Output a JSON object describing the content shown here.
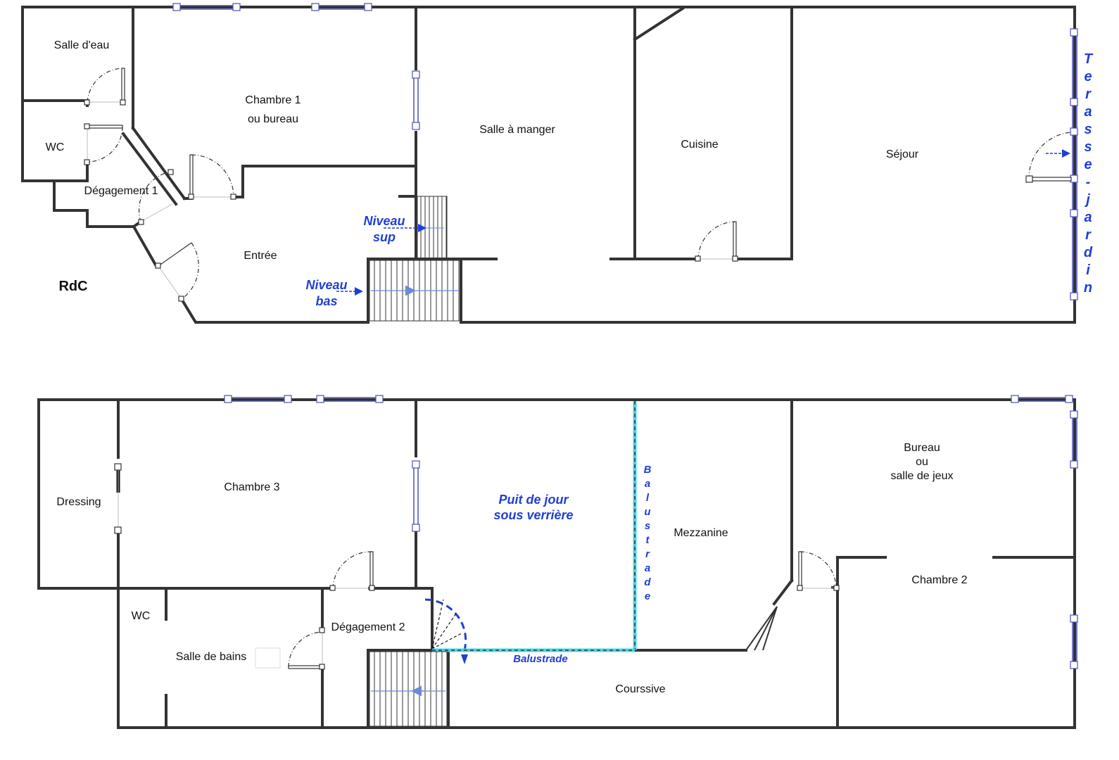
{
  "colors": {
    "wall": "#333333",
    "window": "#4a4fb8",
    "annotation_blue": "#1f3fd6",
    "railing_cyan": "#40d8e8",
    "stair_arrow": "#6a8ad6"
  },
  "ground_floor": {
    "level_label": "RdC",
    "rooms": {
      "salle_deau": "Salle d'eau",
      "wc": "WC",
      "chambre1_line1": "Chambre 1",
      "chambre1_line2": "ou bureau",
      "degagement1": "Dégagement 1",
      "entree": "Entrée",
      "salle_a_manger": "Salle à manger",
      "cuisine": "Cuisine",
      "sejour": "Séjour"
    },
    "annotations": {
      "niveau_sup_line1": "Niveau",
      "niveau_sup_line2": "sup",
      "niveau_bas_line1": "Niveau",
      "niveau_bas_line2": "bas",
      "terrasse_letters": [
        "T",
        "e",
        "r",
        "a",
        "s",
        "s",
        "e",
        "-",
        "j",
        "a",
        "r",
        "d",
        "i",
        "n"
      ]
    }
  },
  "upper_floor": {
    "rooms": {
      "dressing": "Dressing",
      "chambre3": "Chambre 3",
      "wc": "WC",
      "salle_de_bains": "Salle de bains",
      "degagement2": "Dégagement 2",
      "mezzanine": "Mezzanine",
      "bureau_line1": "Bureau",
      "bureau_line2": "ou",
      "bureau_line3": "salle de jeux",
      "chambre2": "Chambre 2",
      "coursive": "Courssive"
    },
    "annotations": {
      "puit_line1": "Puit de jour",
      "puit_line2": "sous verrière",
      "balustrade_horizontal": "Balustrade",
      "balustrade_letters": [
        "B",
        "a",
        "l",
        "u",
        "s",
        "t",
        "r",
        "a",
        "d",
        "e"
      ]
    }
  }
}
